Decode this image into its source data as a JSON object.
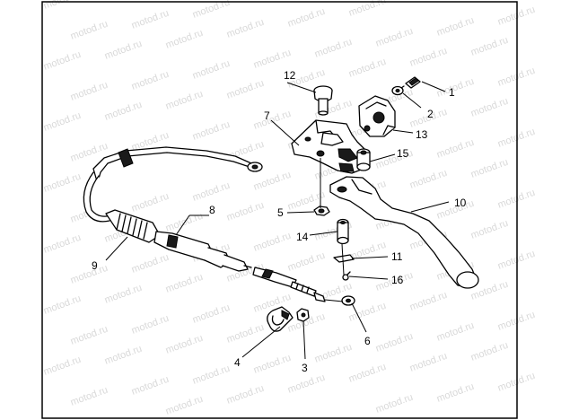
{
  "watermark": "motod.ru",
  "parts": [
    {
      "num": "1",
      "name": "bolt"
    },
    {
      "num": "2",
      "name": "washer"
    },
    {
      "num": "3",
      "name": "nut"
    },
    {
      "num": "4",
      "name": "cable-clamp"
    },
    {
      "num": "5",
      "name": "nut"
    },
    {
      "num": "6",
      "name": "washer"
    },
    {
      "num": "7",
      "name": "lever-bracket"
    },
    {
      "num": "8",
      "name": "cable-adjuster"
    },
    {
      "num": "9",
      "name": "clutch-cable"
    },
    {
      "num": "10",
      "name": "lever"
    },
    {
      "num": "11",
      "name": "clip"
    },
    {
      "num": "12",
      "name": "pin"
    },
    {
      "num": "13",
      "name": "bracket-cap"
    },
    {
      "num": "14",
      "name": "pivot-bushing"
    },
    {
      "num": "15",
      "name": "collar"
    },
    {
      "num": "16",
      "name": "screw"
    }
  ]
}
